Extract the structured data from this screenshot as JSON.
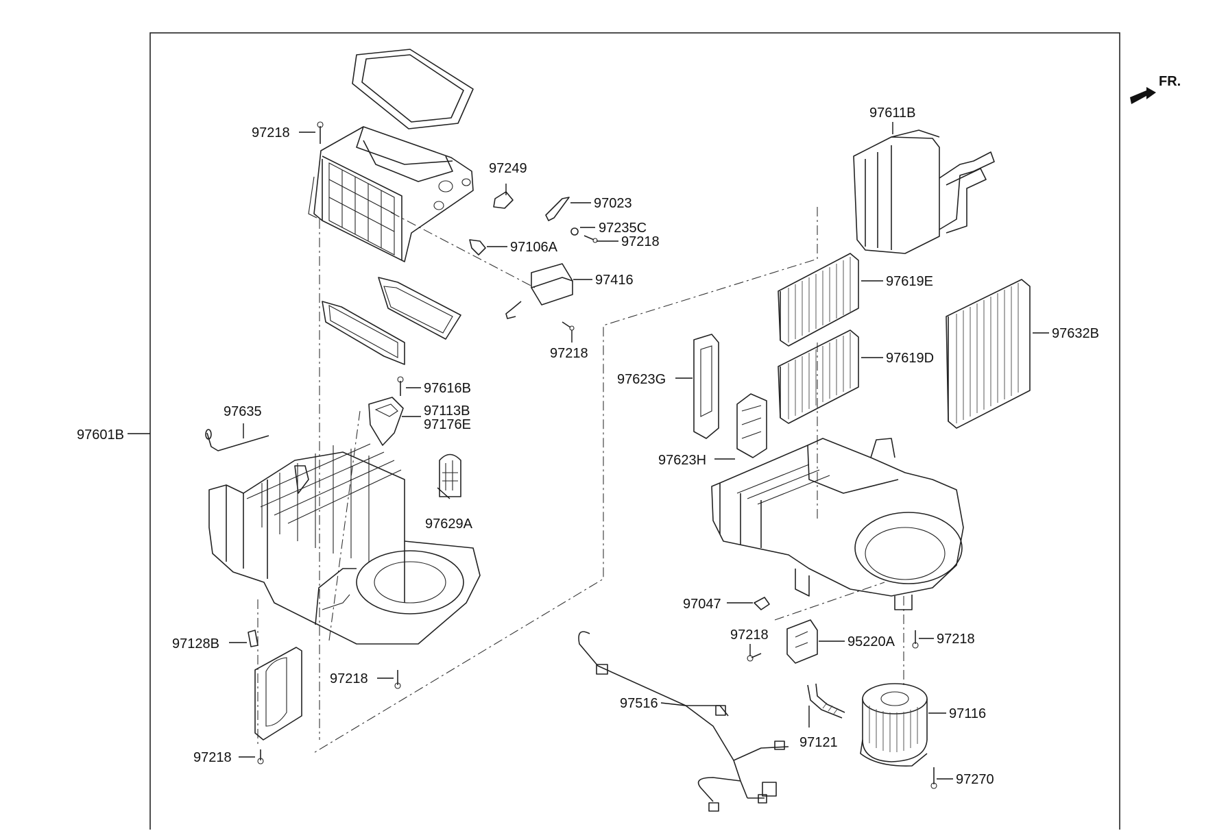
{
  "orientation_label": "FR.",
  "callouts": {
    "c97601B": "97601B",
    "c97218_a": "97218",
    "c97249": "97249",
    "c97023": "97023",
    "c97235C": "97235C",
    "c97218_b": "97218",
    "c97106A": "97106A",
    "c97416": "97416",
    "c97218_c": "97218",
    "c97616B": "97616B",
    "c97113B": "97113B",
    "c97176E": "97176E",
    "c97635": "97635",
    "c97629A": "97629A",
    "c97128B": "97128B",
    "c97218_d": "97218",
    "c97218_e": "97218",
    "c97611B": "97611B",
    "c97619E": "97619E",
    "c97632B": "97632B",
    "c97619D": "97619D",
    "c97623G": "97623G",
    "c97623H": "97623H",
    "c97047": "97047",
    "c97218_f": "97218",
    "c95220A": "95220A",
    "c97218_g": "97218",
    "c97516": "97516",
    "c97116": "97116",
    "c97121": "97121",
    "c97270": "97270"
  }
}
